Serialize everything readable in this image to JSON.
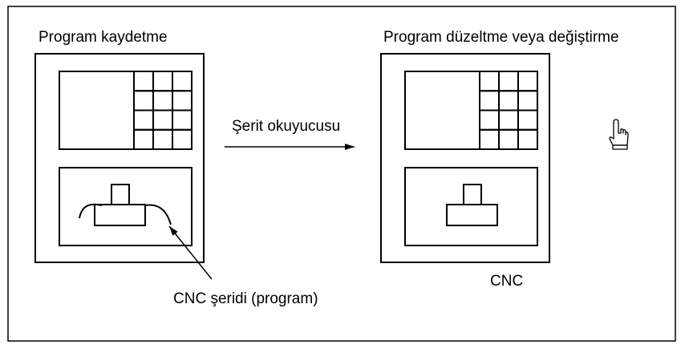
{
  "left_panel": {
    "title": "Program kaydetme"
  },
  "right_panel": {
    "title": "Program düzeltme veya değiştirme",
    "label": "CNC"
  },
  "arrow": {
    "label": "Şerit okuyucusu"
  },
  "tape": {
    "label": "CNC şeridi (program)"
  },
  "keypad": {
    "rows": 4,
    "cols": 3
  },
  "icons": {
    "hand": "pointing-hand-icon"
  }
}
